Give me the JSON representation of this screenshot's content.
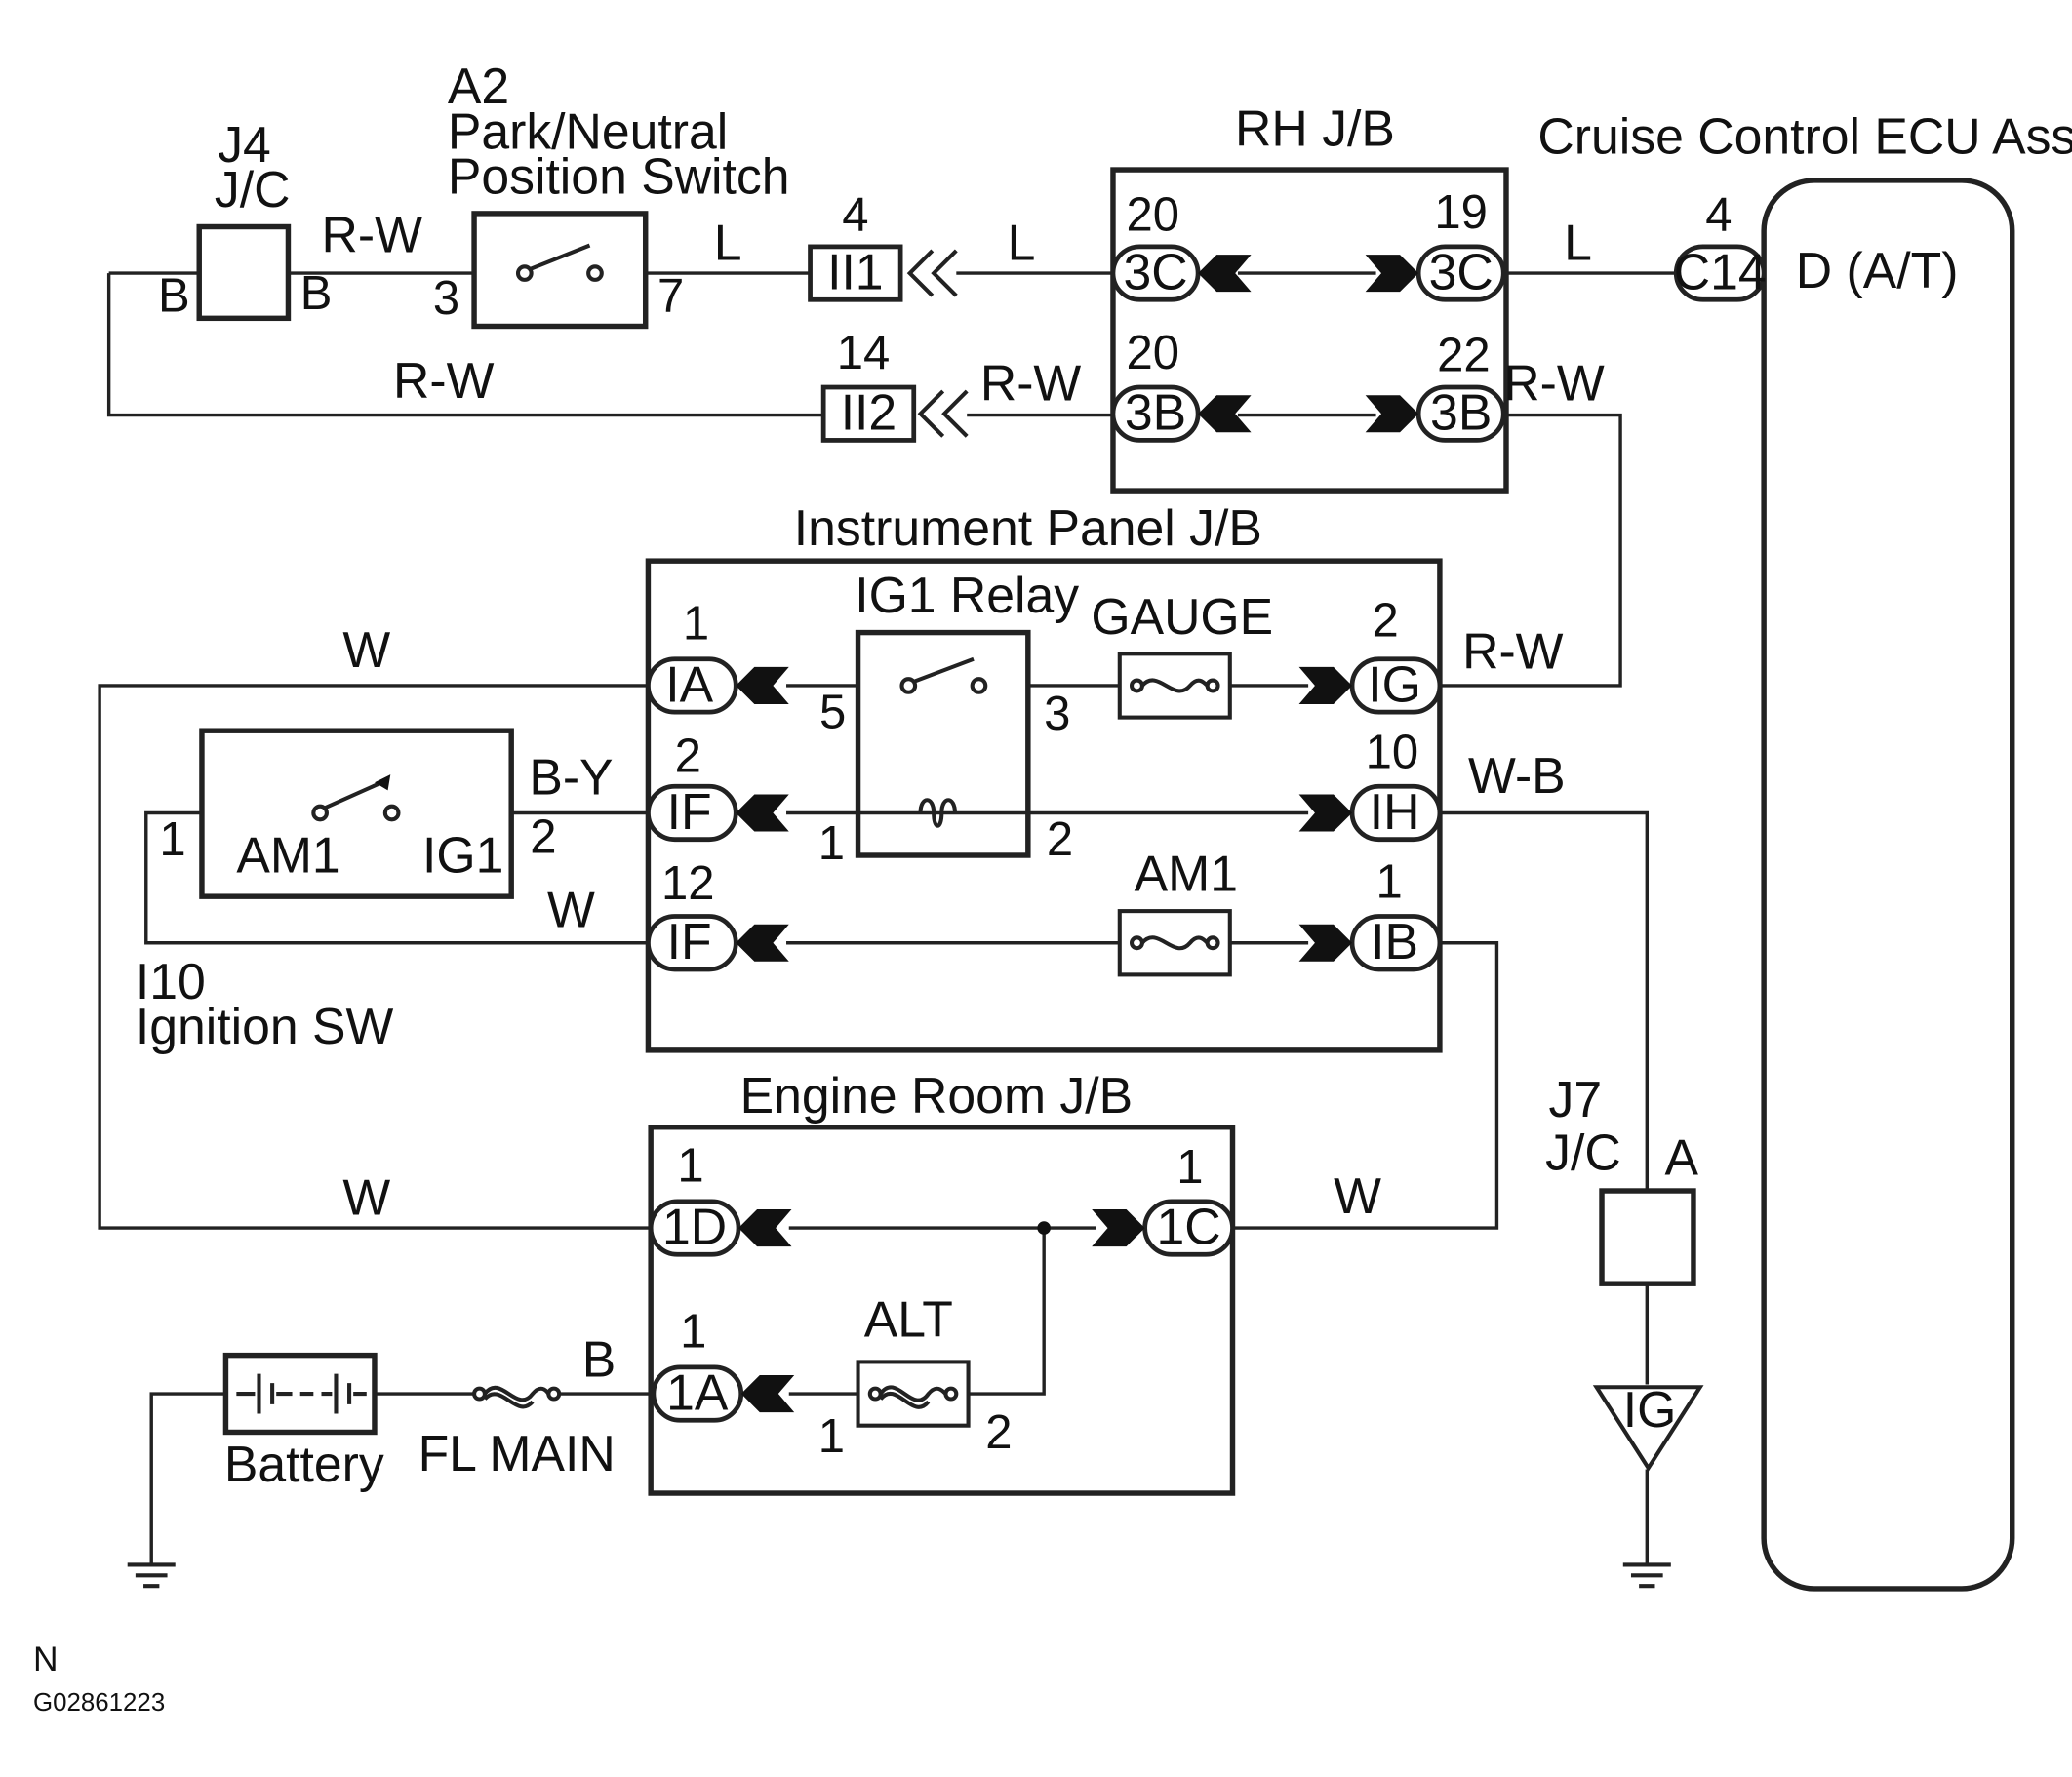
{
  "labels": {
    "j4_ref": "J4",
    "j4_type": "J/C",
    "a2_ref": "A2",
    "a2_name_1": "Park/Neutral",
    "a2_name_2": "Position Switch",
    "rh_jb": "RH J/B",
    "ecu_title": "Cruise Control ECU Assy",
    "ecu_terminal": "D (A/T)",
    "ip_jb": "Instrument Panel J/B",
    "ig1_relay": "IG1 Relay",
    "gauge_fuse": "GAUGE",
    "am1_fuse": "AM1",
    "ign_am1": "AM1",
    "ign_ig1": "IG1",
    "i10_ref": "I10",
    "ign_sw": "Ignition SW",
    "er_jb": "Engine Room J/B",
    "alt_fuse": "ALT",
    "battery": "Battery",
    "fl_main": "FL MAIN",
    "j7_ref": "J7",
    "j7_type": "J/C",
    "j7_pin": "A",
    "ground_ig": "IG",
    "footer_n": "N",
    "footer_code": "G02861223"
  },
  "wires": {
    "rw_1": "R-W",
    "rw_2": "R-W",
    "rw_3": "R-W",
    "rw_4": "R-W",
    "rw_5": "R-W",
    "l_1": "L",
    "l_2": "L",
    "l_3": "L",
    "w_1": "W",
    "w_2": "W",
    "w_3": "W",
    "w_4": "W",
    "by": "B-Y",
    "wb": "W-B",
    "b_fl": "B"
  },
  "pins": {
    "j4_b_left": "B",
    "j4_b_right": "B",
    "a2_3": "3",
    "a2_7": "7",
    "ii1_4": "4",
    "ii2_14": "14",
    "rh_3c_left": "20",
    "rh_3c_right": "19",
    "rh_3b_left": "20",
    "rh_3b_right": "22",
    "c14_4": "4",
    "ia_1": "1",
    "if_2": "2",
    "if_12": "12",
    "ig_2": "2",
    "ih_10": "10",
    "ib_1": "1",
    "relay_5": "5",
    "relay_3": "3",
    "relay_1": "1",
    "relay_2": "2",
    "ign_1": "1",
    "ign_2": "2",
    "er_1d": "1",
    "er_1c": "1",
    "er_1a": "1",
    "alt_1": "1",
    "alt_2": "2"
  },
  "connectors": {
    "ii1": "II1",
    "ii2": "II2",
    "rh_3c_l": "3C",
    "rh_3c_r": "3C",
    "rh_3b_l": "3B",
    "rh_3b_r": "3B",
    "c14": "C14",
    "ia": "IA",
    "if_a": "IF",
    "if_b": "IF",
    "ig": "IG",
    "ih": "IH",
    "ib": "IB",
    "er_1d": "1D",
    "er_1c": "1C",
    "er_1a": "1A"
  }
}
